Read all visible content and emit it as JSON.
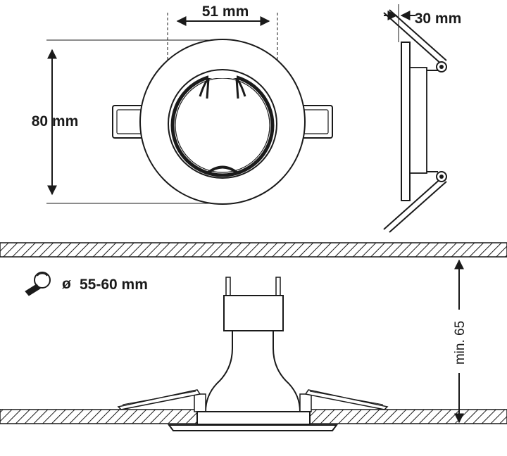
{
  "dimensions": {
    "inner_diameter": "51 mm",
    "height_outer": "80 mm",
    "clip_depth": "30 mm",
    "cutout_hole": "55-60 mm",
    "diameter_symbol": "ø",
    "min_depth": "min. 65"
  },
  "icons": {
    "drill": "hole-saw-drill-icon"
  },
  "colors": {
    "stroke": "#1a1a1a",
    "background": "#ffffff"
  }
}
